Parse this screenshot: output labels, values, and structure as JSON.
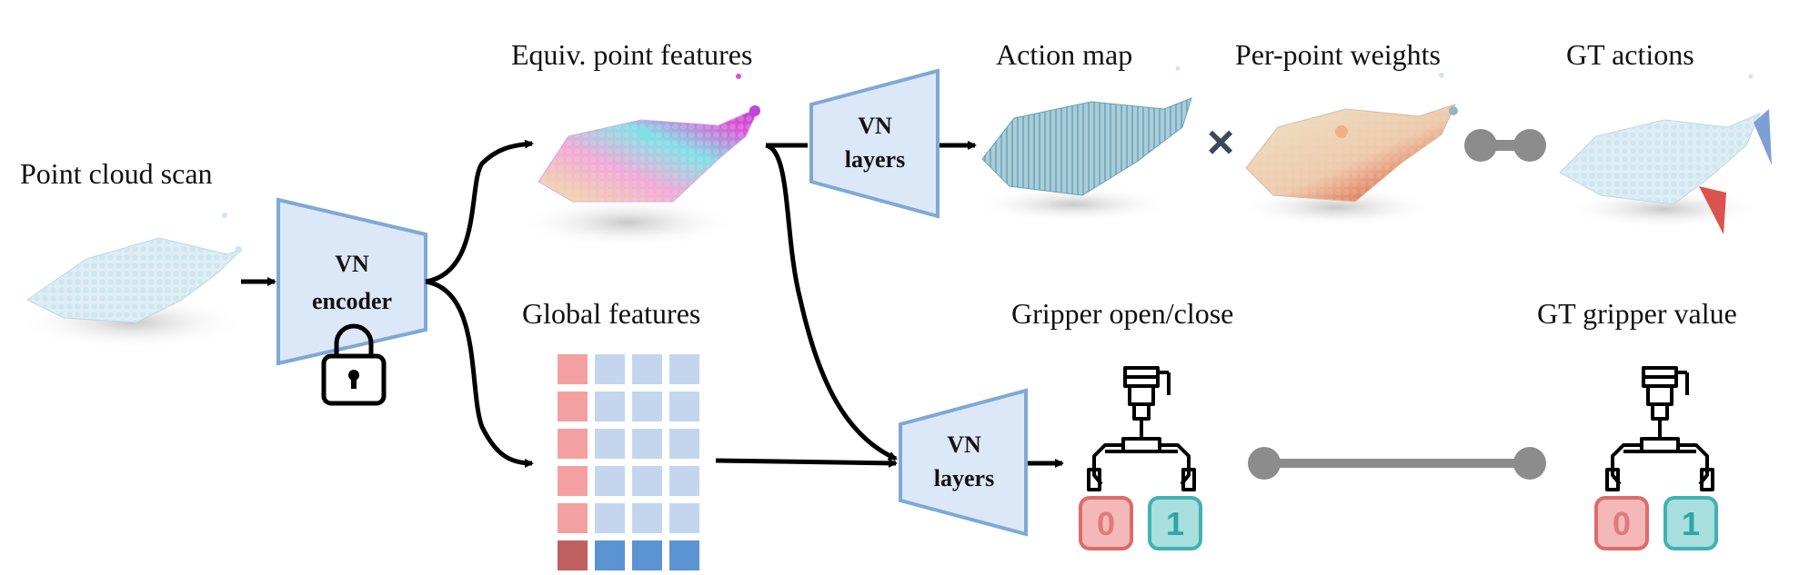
{
  "labels": {
    "point_cloud_scan": "Point cloud scan",
    "equiv_point_features": "Equiv. point features",
    "global_features": "Global features",
    "action_map": "Action map",
    "per_point_weights": "Per-point weights",
    "gt_actions": "GT actions",
    "gripper_open_close": "Gripper open/close",
    "gt_gripper_value": "GT gripper value"
  },
  "blocks": {
    "encoder_line1": "VN",
    "encoder_line2": "encoder",
    "layers_top_line1": "VN",
    "layers_top_line2": "layers",
    "layers_bottom_line1": "VN",
    "layers_bottom_line2": "layers"
  },
  "gripper_states": {
    "left": {
      "closed": "0",
      "open": "1"
    },
    "right": {
      "closed": "0",
      "open": "1"
    }
  },
  "operators": {
    "multiply": "×"
  },
  "colors": {
    "vn_block_fill": "#dce8f7",
    "vn_block_stroke": "#7fa8d6",
    "global_red": "#f4a0a0",
    "global_red_dark": "#c06060",
    "global_blue": "#c3d6ee",
    "global_blue_dark": "#5b93d3",
    "badge_zero_fill": "#f4b8b8",
    "badge_zero_stroke": "#e06a6a",
    "badge_one_fill": "#a8dede",
    "badge_one_stroke": "#3fb3b3",
    "connector_gray": "#8c8c8c",
    "multiply_sign": "#3a4a5c"
  }
}
